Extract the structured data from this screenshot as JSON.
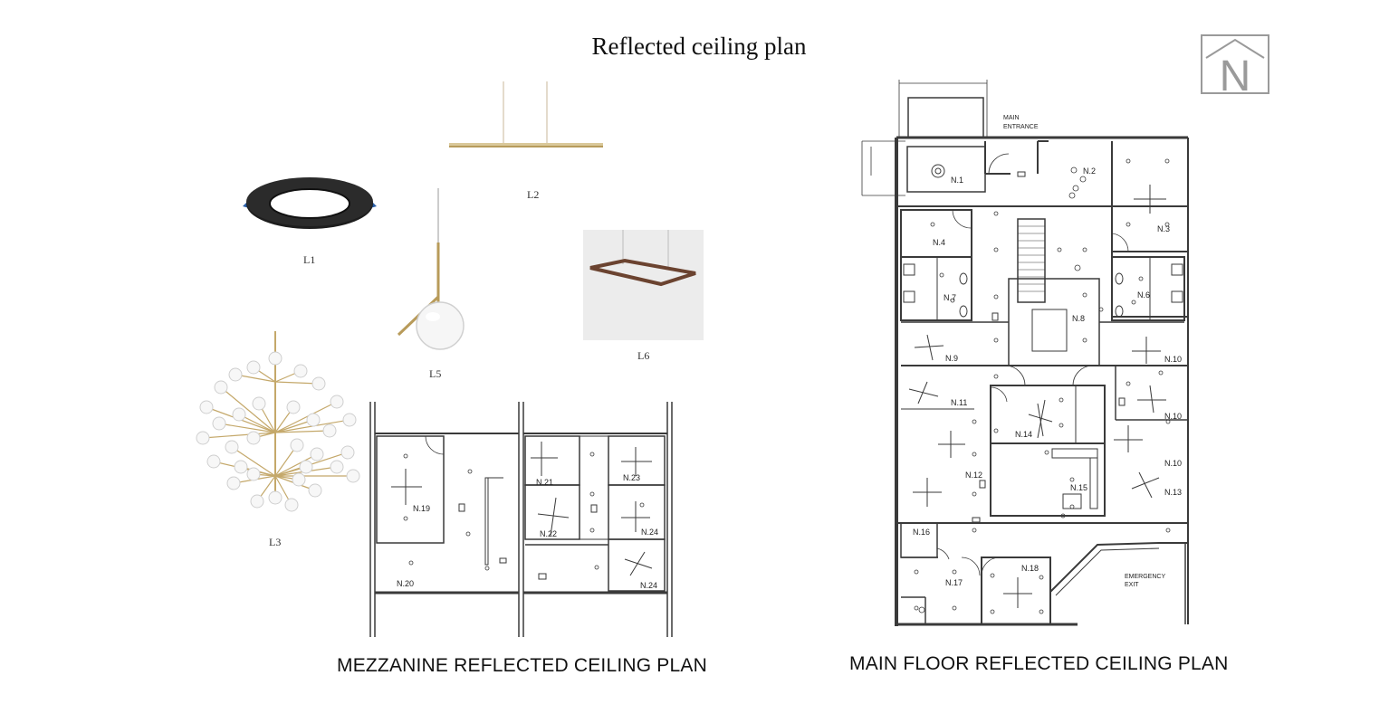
{
  "page": {
    "title": "Reflected ceiling plan"
  },
  "fixtures": [
    {
      "id": "L1",
      "label": "L1",
      "kind": "recessed-downlight"
    },
    {
      "id": "L2",
      "label": "L2",
      "kind": "linear-pendant"
    },
    {
      "id": "L5",
      "label": "L5",
      "kind": "globe-pendant"
    },
    {
      "id": "L6",
      "label": "L6",
      "kind": "rectangular-pendant"
    },
    {
      "id": "L3",
      "label": "L3",
      "kind": "globe-chandelier"
    }
  ],
  "mezzanine": {
    "caption": "MEZZANINE REFLECTED CEILING PLAN",
    "rooms": [
      "N.19",
      "N.20",
      "N.21",
      "N.22",
      "N.23",
      "N.24",
      "N.24"
    ]
  },
  "main_floor": {
    "caption": "MAIN FLOOR REFLECTED CEILING PLAN",
    "rooms": [
      "N.1",
      "N.2",
      "N.3",
      "N.4",
      "N.6",
      "N.7",
      "N.8",
      "N.9",
      "N.10",
      "N.10",
      "N.10",
      "N.11",
      "N.12",
      "N.13",
      "N.14",
      "N.15",
      "N.16",
      "N.17",
      "N.18"
    ],
    "annotations": {
      "main_entrance_line1": "MAIN",
      "main_entrance_line2": "ENTRANCE",
      "emergency_exit_line1": "EMERGENCY",
      "emergency_exit_line2": "EXIT"
    }
  },
  "logo": {
    "letter": "N"
  },
  "colors": {
    "brass": "#c4a86a",
    "bronze": "#6b4330",
    "line": "#3a3a3a",
    "wall": "#666666"
  }
}
